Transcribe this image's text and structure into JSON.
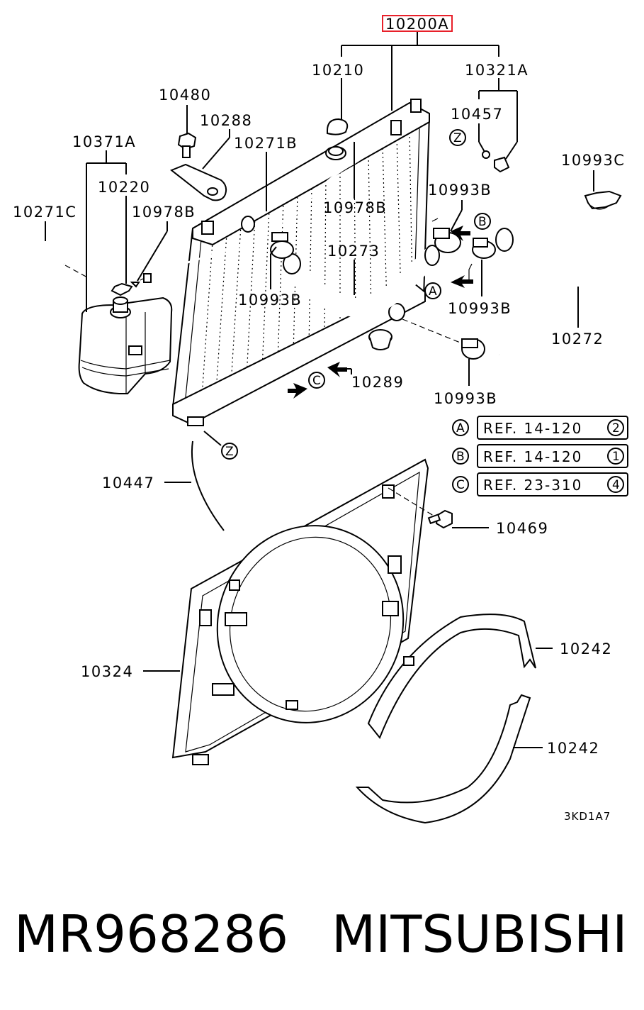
{
  "diagram": {
    "highlight_color": "#e8202a",
    "parts": {
      "p10200A": "10200A",
      "p10210": "10210",
      "p10321A": "10321A",
      "p10457": "10457",
      "p10480": "10480",
      "p10288": "10288",
      "p10371A": "10371A",
      "p10271B": "10271B",
      "p10220": "10220",
      "p10271C": "10271C",
      "p10978B_a": "10978B",
      "p10978B_b": "10978B",
      "p10993C": "10993C",
      "p10993B_top": "10993B",
      "p10273": "10273",
      "p10993B_left": "10993B",
      "p10993B_right": "10993B",
      "p10272": "10272",
      "p10289": "10289",
      "p10993B_bottom": "10993B",
      "p10447": "10447",
      "p10469": "10469",
      "p10324": "10324",
      "p10242_a": "10242",
      "p10242_b": "10242"
    },
    "markers": {
      "A": "A",
      "B": "B",
      "C": "C",
      "Z": "Z"
    },
    "refs": [
      {
        "key": "A",
        "text": "REF. 14-120",
        "num": "2"
      },
      {
        "key": "B",
        "text": "REF. 14-120",
        "num": "1"
      },
      {
        "key": "C",
        "text": "REF. 23-310",
        "num": "4"
      }
    ],
    "code": "3KD1A7"
  },
  "footer": {
    "part_number": "MR968286",
    "brand": "MITSUBISHI"
  }
}
